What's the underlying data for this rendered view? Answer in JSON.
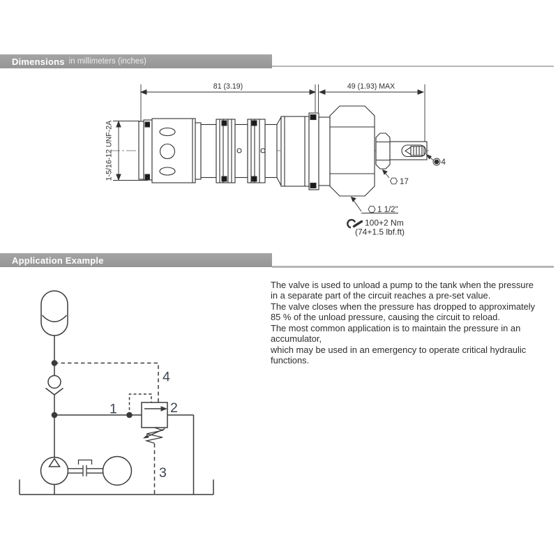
{
  "header_bars": {
    "dimensions": {
      "title": "Dimensions",
      "subtitle": "in millimeters (inches)"
    },
    "application": {
      "title": "Application Example"
    }
  },
  "drawing": {
    "dim_length_body": "81 (3.19)",
    "dim_length_adjuster": "49 (1.93) MAX",
    "thread_spec": "1-5/16-12 UNF-2A",
    "internal_hex_size": "4",
    "hex_small_size": "17",
    "hex_large_size": "1 1/2\"",
    "torque_metric": "100+2 Nm",
    "torque_imperial": "(74+1.5 lbf.ft)"
  },
  "schematic": {
    "ports": {
      "p1": "1",
      "p2": "2",
      "p3": "3",
      "p4": "4"
    },
    "symbols": [
      "accumulator",
      "check-valve",
      "unloading-valve",
      "adjustable-spring",
      "pump",
      "electric-motor",
      "tank"
    ]
  },
  "description": {
    "line1": "The valve is used to unload a pump to the tank when the pressure",
    "line2": "in a separate part of the circuit reaches a pre-set value.",
    "line3": "The valve closes when the pressure has dropped to approximately",
    "line4": "85 % of the unload pressure, causing the circuit to reload.",
    "line5": "The most common application is to maintain the pressure in an accumulator,",
    "line6": "which may be used in an emergency to operate critical hydraulic functions."
  },
  "colors": {
    "bar": "#9a9a9a",
    "bar_rule": "#b6b6b6",
    "drawing_line": "#303030",
    "schematic_line": "#3a3a3a",
    "port_label": "#3d4450"
  }
}
